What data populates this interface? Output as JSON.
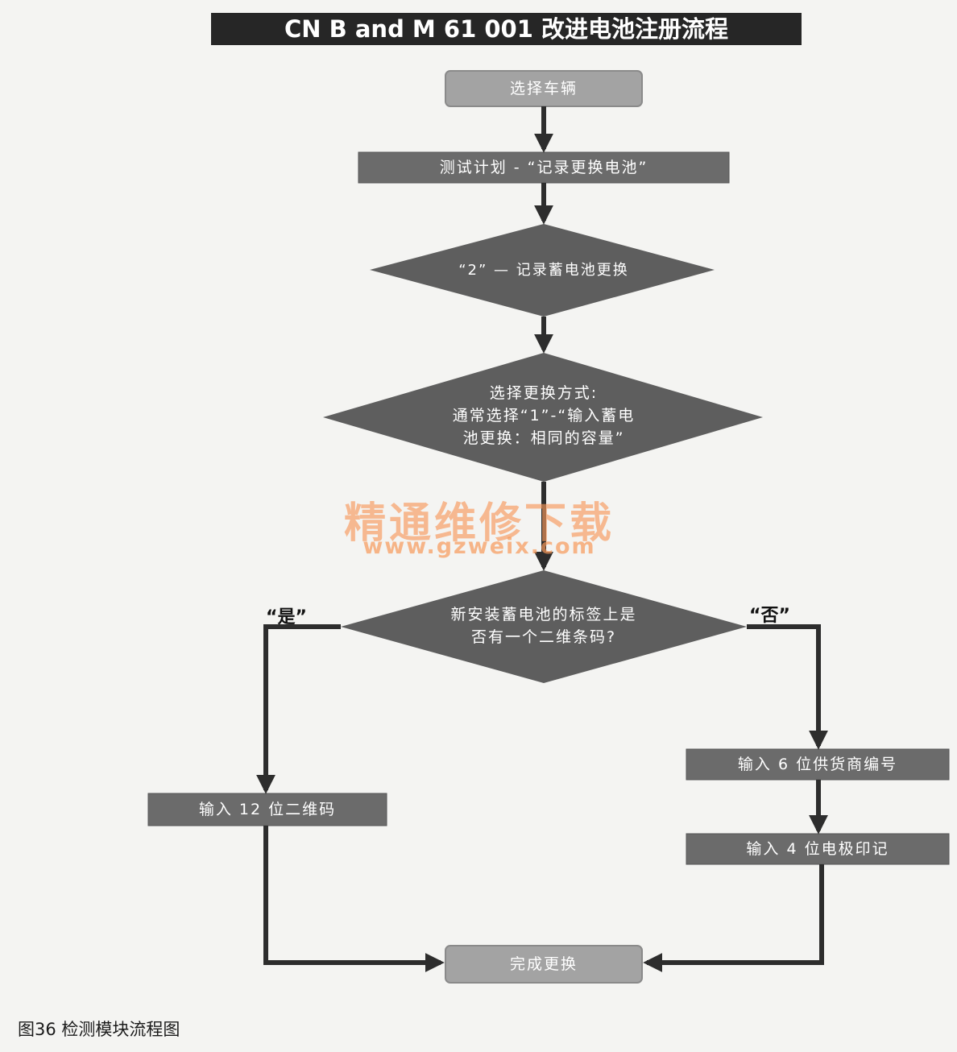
{
  "title": "CN B and M 61 001 改进电池注册流程",
  "nodes": {
    "select_vehicle": "选择车辆",
    "test_plan": "测试计划 - “记录更换电池”",
    "option_2": "“2” — 记录蓄电池更换",
    "choose_method_line1": "选择更换方式:",
    "choose_method_line2": "通常选择“1”-“输入蓄电",
    "choose_method_line3": "池更换：相同的容量”",
    "qr_question_line1": "新安装蓄电池的标签上是",
    "qr_question_line2": "否有一个二维条码?",
    "enter_qr": "输入 12 位二维码",
    "enter_supplier": "输入 6 位供货商编号",
    "enter_electrode": "输入 4 位电极印记",
    "finish": "完成更换"
  },
  "branches": {
    "yes": "“是”",
    "no": "“否”"
  },
  "watermark": {
    "brand": "精通维修下载",
    "url": "www.gzweix.com"
  },
  "caption": "图36  检测模块流程图",
  "colors": {
    "rounded_box": "#a3a3a3",
    "rect_box": "#6b6b6b",
    "diamond": "#5e5e5e",
    "arrow": "#2d2d2d"
  }
}
